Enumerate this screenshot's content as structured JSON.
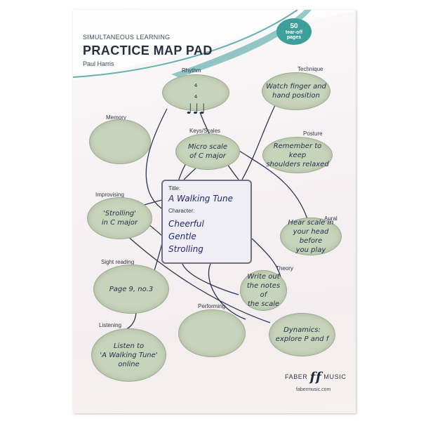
{
  "header": {
    "series": "SIMULTANEOUS LEARNING",
    "title": "PRACTICE MAP PAD",
    "author": "Paul Harris"
  },
  "badge": {
    "line1": "50",
    "line2": "tear-off",
    "line3": "pages"
  },
  "card": {
    "title_label": "Title:",
    "title_value": "A Walking Tune",
    "character_label": "Character:",
    "character_values": [
      "Cheerful",
      "Gentle",
      "Strolling"
    ]
  },
  "bubbles": {
    "rhythm": {
      "label": "Rhythm",
      "text": ""
    },
    "technique": {
      "label": "Technique",
      "text": "Watch finger and\nhand position"
    },
    "memory": {
      "label": "Memory",
      "text": ""
    },
    "keys": {
      "label": "Keys/Scales",
      "text": "Micro scale\nof C major"
    },
    "posture": {
      "label": "Posture",
      "text": "Remember to keep\nshoulders relaxed"
    },
    "improvising": {
      "label": "Improvising",
      "text": "'Strolling'\nin C major"
    },
    "aural": {
      "label": "Aural",
      "text": "Hear scale in\nyour head before\nyou play"
    },
    "sight": {
      "label": "Sight reading",
      "text": "Page 9, no.3"
    },
    "theory": {
      "label": "Theory",
      "text": "Write out\nthe notes of\nthe scale"
    },
    "performing": {
      "label": "Performing",
      "text": ""
    },
    "listening": {
      "label": "Listening",
      "text": "Listen to\n'A Walking Tune'\nonline"
    },
    "dynamics": {
      "label": "",
      "text": "Dynamics:\nexplore P and f"
    }
  },
  "rhythm_notation": {
    "time_top": "4",
    "time_bottom": "4",
    "notes": "♩♩♩"
  },
  "publisher": {
    "left": "FABER",
    "mark": "ff",
    "right": "MUSIC",
    "website": "fabermusic.com"
  },
  "colors": {
    "bubble": "#c7d3bb",
    "teal": "#3d9f9a",
    "ink": "#1e2a6e"
  }
}
